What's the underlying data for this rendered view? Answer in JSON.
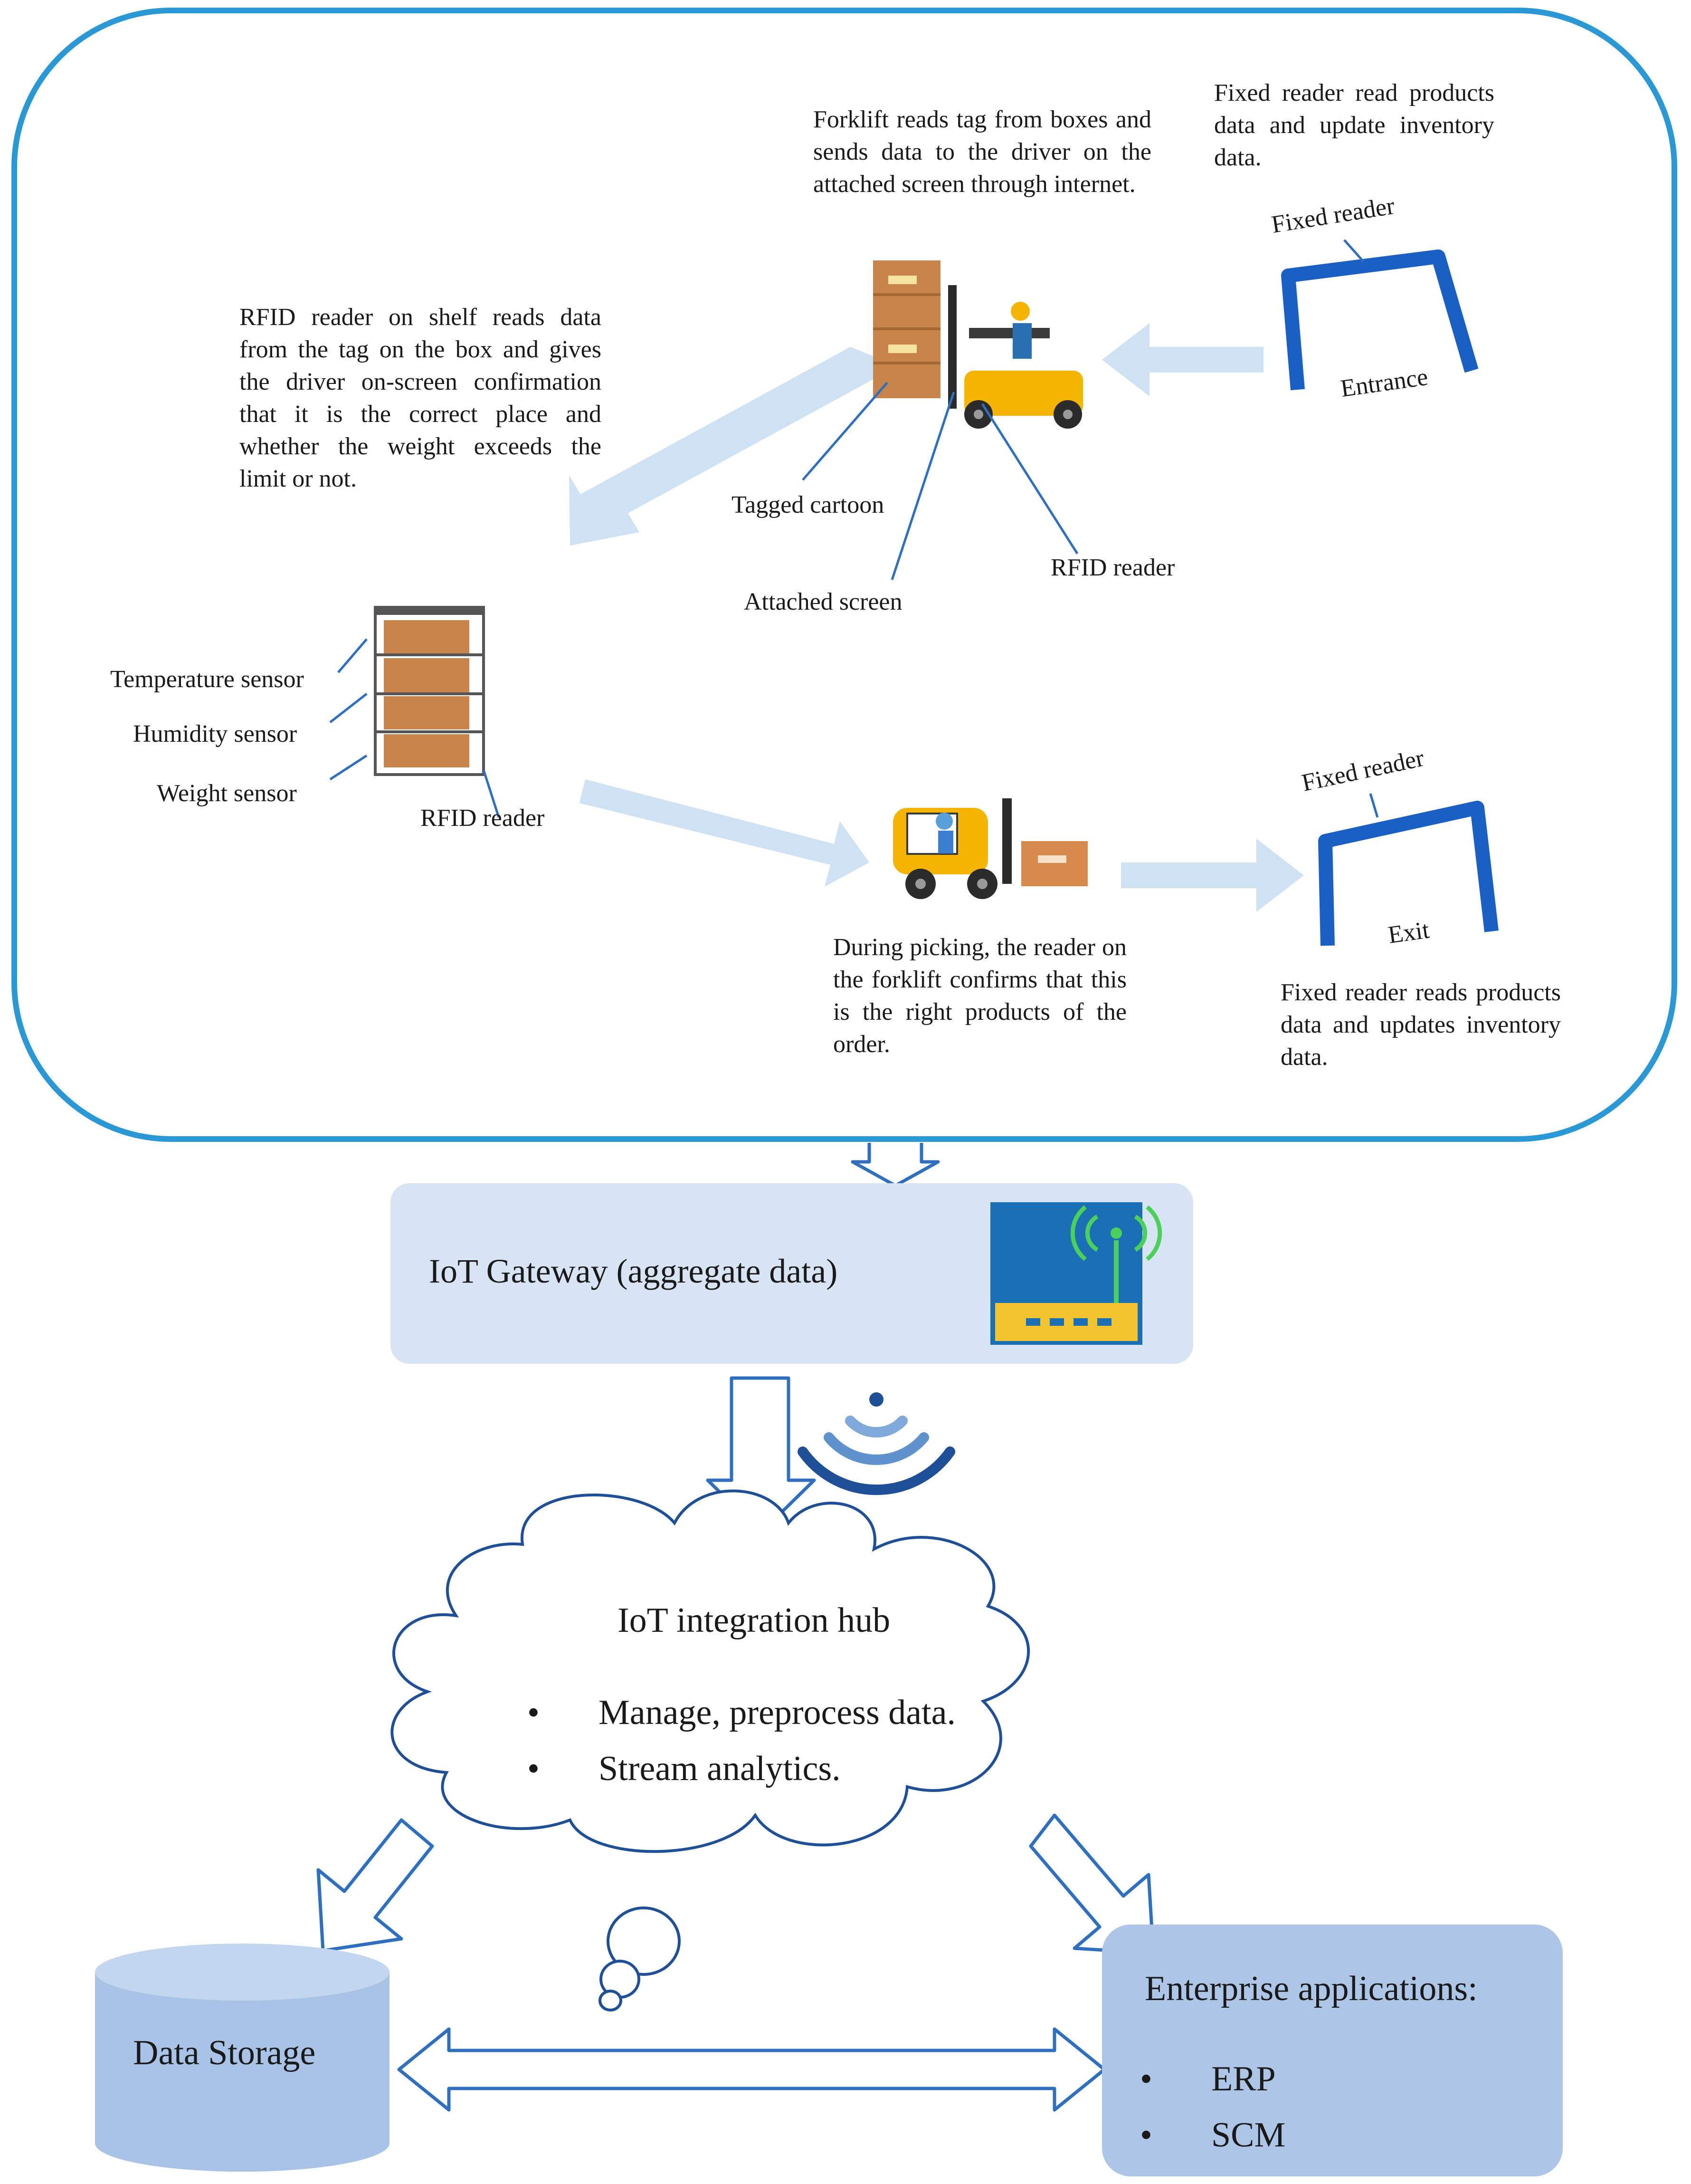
{
  "warehouse": {
    "forklift_note": "Forklift reads tag from boxes and sends data to the driver on the attached screen through internet.",
    "entrance_note": "Fixed reader read products data and update inventory data.",
    "shelf_note": "RFID reader on shelf reads data from the tag on the box and gives the driver on-screen confirmation that it is the correct place and whether the weight exceeds the limit or not.",
    "picking_note": "During picking, the reader on the forklift confirms that this is the right products of the order.",
    "exit_note": "Fixed reader reads products data and updates inventory data.",
    "labels": {
      "fixed_reader_entrance": "Fixed reader",
      "entrance": "Entrance",
      "fixed_reader_exit": "Fixed reader",
      "exit": "Exit",
      "tagged_cartoon": "Tagged cartoon",
      "attached_screen": "Attached screen",
      "rfid_reader_forklift": "RFID reader",
      "rfid_reader_shelf": "RFID reader",
      "temperature_sensor": "Temperature sensor",
      "humidity_sensor": "Humidity sensor",
      "weight_sensor": "Weight sensor"
    }
  },
  "gateway": {
    "label": "IoT Gateway (aggregate data)"
  },
  "hub": {
    "title": "IoT integration hub",
    "bullet_symbol": "•",
    "bullets": [
      "Manage, preprocess data.",
      "Stream analytics."
    ]
  },
  "storage": {
    "label": "Data Storage"
  },
  "enterprise": {
    "title": "Enterprise applications:",
    "bullet_symbol": "•",
    "items": [
      "ERP",
      "SCM"
    ]
  },
  "colors": {
    "frame_border": "#2a98d4",
    "reader_blue": "#1a5fc4",
    "arrow_light": "#cfe2f4",
    "arrow_outline": "#2f6fc0",
    "box_fill": "#d8e4f4",
    "storage_fill": "#a9c3e6",
    "enterprise_fill": "#adc6e8",
    "cloud_stroke": "#1f4f96",
    "forklift_yellow": "#f4b400",
    "carton_brown": "#c8844a"
  }
}
